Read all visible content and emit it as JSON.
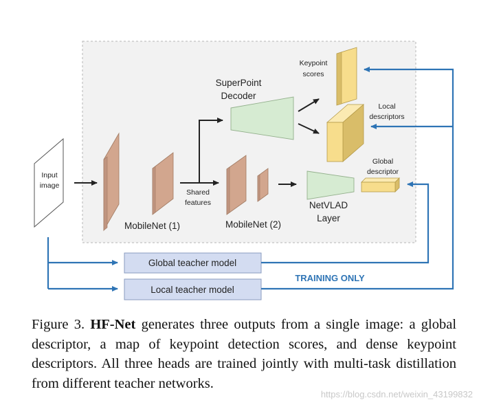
{
  "diagram": {
    "input_label": [
      "Input",
      "image"
    ],
    "mobilenet1_label": "MobileNet (1)",
    "mobilenet2_label": "MobileNet (2)",
    "shared_features_label": [
      "Shared",
      "features"
    ],
    "superpoint_label": [
      "SuperPoint",
      "Decoder"
    ],
    "netvlad_label": [
      "NetVLAD",
      "Layer"
    ],
    "keypoint_scores_label": [
      "Keypoint",
      "scores"
    ],
    "local_descriptors_label": [
      "Local",
      "descriptors"
    ],
    "global_descriptor_label": [
      "Global",
      "descriptor"
    ],
    "global_teacher_label": "Global teacher model",
    "local_teacher_label": "Local teacher model",
    "training_only_label": "TRAINING ONLY",
    "colors": {
      "mobilenet": "#d2a68e",
      "decoder": "#d6ebd2",
      "output": "#f7dd8c",
      "teacher": "#d3dcf1",
      "arrow_blue": "#2e74b5",
      "panel": "#f2f2f2"
    }
  },
  "caption": {
    "prefix": "Figure 3.",
    "bold": "HF-Net",
    "body": "generates three outputs from a single image: a global descriptor, a map of keypoint detection scores, and dense keypoint descriptors. All three heads are trained jointly with multi-task distillation from different teacher networks."
  },
  "watermark": "https://blog.csdn.net/weixin_43199832"
}
